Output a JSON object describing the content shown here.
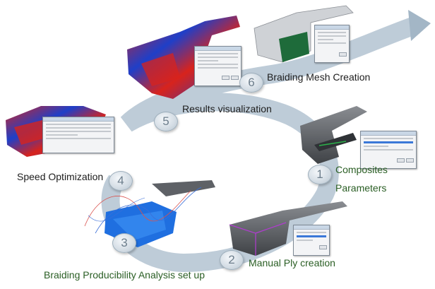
{
  "steps": [
    {
      "number": "1",
      "label_lines": [
        "Composites",
        "Parameters"
      ]
    },
    {
      "number": "2",
      "label_lines": [
        "Manual Ply creation"
      ]
    },
    {
      "number": "3",
      "label_lines": [
        "Braiding Producibility Analysis set up"
      ]
    },
    {
      "number": "4",
      "label_lines": [
        "Speed Optimization"
      ]
    },
    {
      "number": "5",
      "label_lines": [
        "Results visualization"
      ]
    },
    {
      "number": "6",
      "label_lines": [
        "Braiding Mesh Creation"
      ]
    }
  ],
  "colors": {
    "arrow": "#a9bac9",
    "green_label": "#2a5e24",
    "dark_label": "#1d1d1d",
    "heat_red": "#d8231c",
    "heat_blue": "#1f3fc8",
    "mesh_blue": "#1f6fe0",
    "model_grey": "#5f6266",
    "mesh_green": "#1e6b3a"
  }
}
